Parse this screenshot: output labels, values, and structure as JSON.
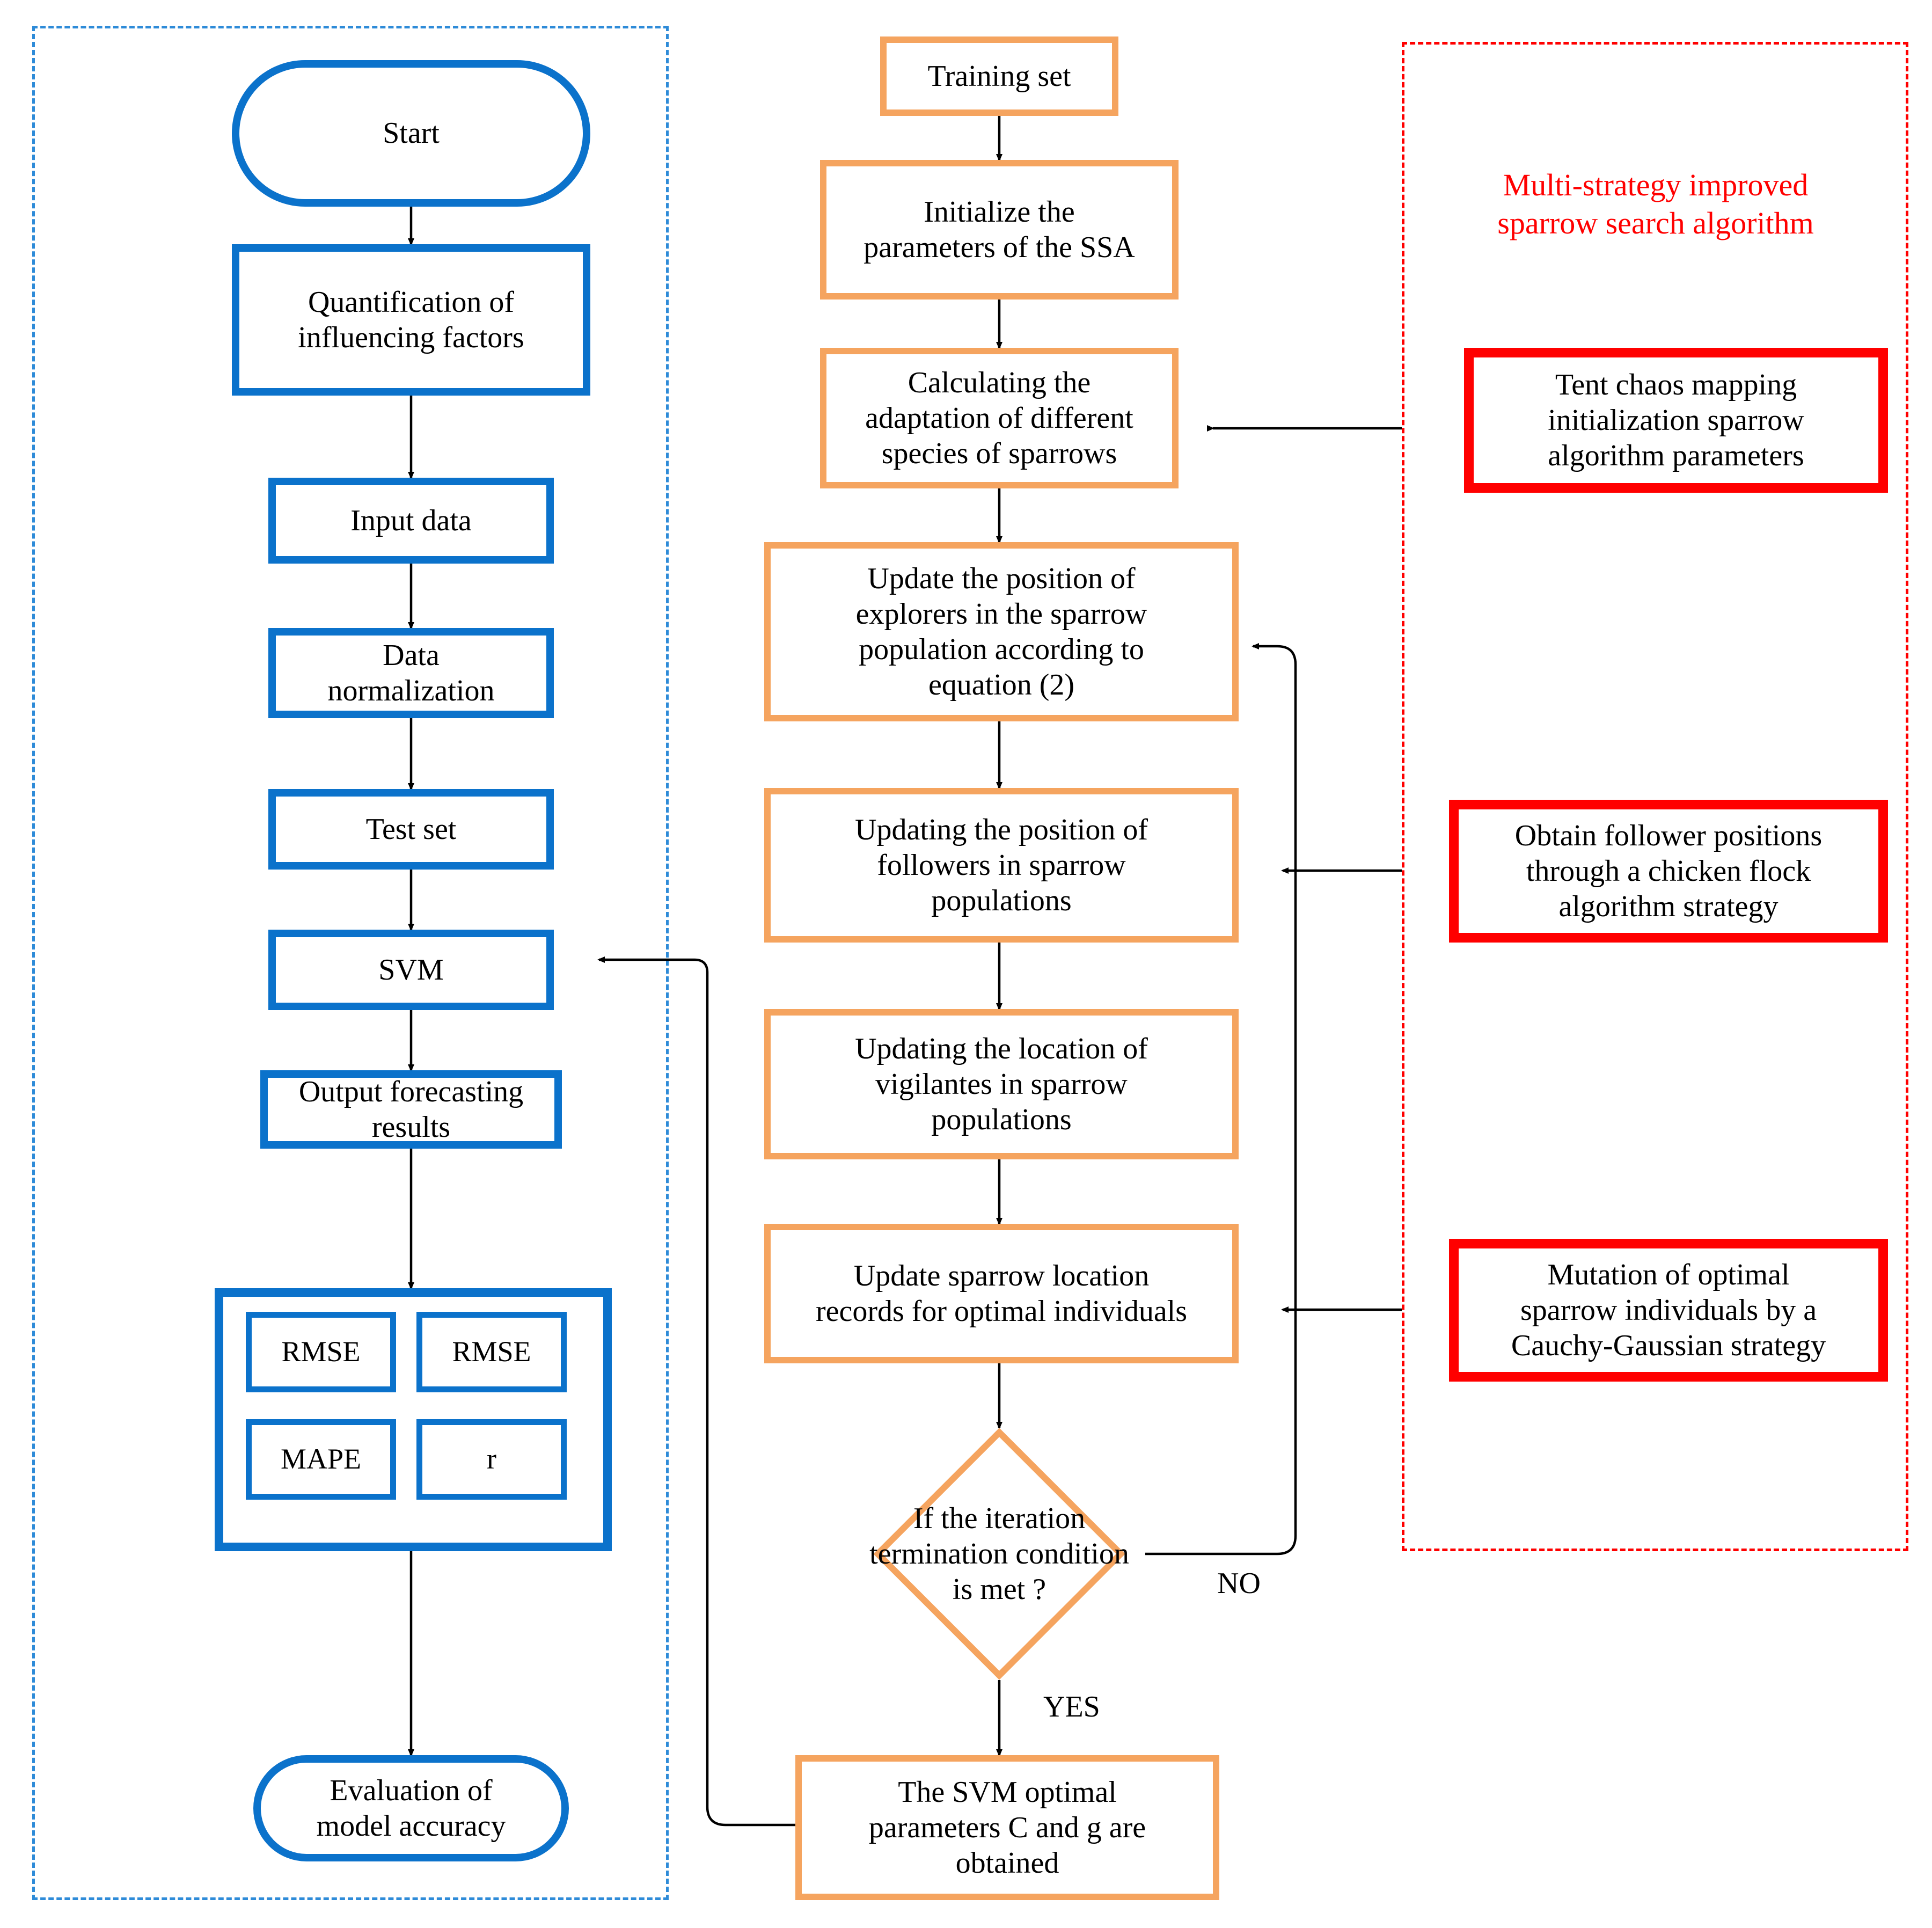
{
  "diagram": {
    "title_red": "Multi-strategy improved\nsparrow search algorithm",
    "colors": {
      "blue": "#0B72CB",
      "blue_dashed": "#2E8BD8",
      "orange": "#F5A45F",
      "red": "#FF0000",
      "arrow": "#000000",
      "background": "#FFFFFF"
    }
  },
  "left_column": {
    "group_label": "svm-prediction-pipeline",
    "nodes": [
      {
        "id": "start",
        "label": "Start",
        "shape": "terminator",
        "color": "blue"
      },
      {
        "id": "quantification",
        "label": "Quantification of\ninfluencing factors",
        "shape": "rect",
        "color": "blue"
      },
      {
        "id": "input-data",
        "label": "Input data",
        "shape": "rect",
        "color": "blue"
      },
      {
        "id": "normalization",
        "label": "Data\nnormalization",
        "shape": "rect",
        "color": "blue"
      },
      {
        "id": "test-set",
        "label": "Test set",
        "shape": "rect",
        "color": "blue"
      },
      {
        "id": "svm",
        "label": "SVM",
        "shape": "rect",
        "color": "blue"
      },
      {
        "id": "output",
        "label": "Output forecasting\nresults",
        "shape": "rect",
        "color": "blue"
      },
      {
        "id": "evaluation",
        "label": "Evaluation of\nmodel accuracy",
        "shape": "terminator",
        "color": "blue"
      }
    ],
    "metrics": [
      "RMSE",
      "RMSE",
      "MAPE",
      "r"
    ]
  },
  "middle_column": {
    "group_label": "sparrow-search-algorithm-flow",
    "nodes": [
      {
        "id": "training-set",
        "label": "Training set",
        "shape": "rect",
        "color": "orange"
      },
      {
        "id": "init-params",
        "label": "Initialize the\nparameters of the SSA",
        "shape": "rect",
        "color": "orange"
      },
      {
        "id": "calc-adaptation",
        "label": "Calculating the\nadaptation of different\nspecies of sparrows",
        "shape": "rect",
        "color": "orange"
      },
      {
        "id": "update-explorers",
        "label": "Update the position of\nexplorers in the sparrow\npopulation according to\nequation (2)",
        "shape": "rect",
        "color": "orange"
      },
      {
        "id": "update-followers",
        "label": "Updating the position of\nfollowers in sparrow\npopulations",
        "shape": "rect",
        "color": "orange"
      },
      {
        "id": "update-vigilantes",
        "label": "Updating the location of\nvigilantes in sparrow\npopulations",
        "shape": "rect",
        "color": "orange"
      },
      {
        "id": "update-optimal",
        "label": "Update sparrow location\nrecords for optimal individuals",
        "shape": "rect",
        "color": "orange"
      },
      {
        "id": "iteration-check",
        "label": "If the iteration\ntermination condition\nis met ?",
        "shape": "diamond",
        "color": "orange"
      },
      {
        "id": "svm-optimal-params",
        "label": "The SVM optimal\nparameters C and g are\nobtained",
        "shape": "rect",
        "color": "orange"
      }
    ],
    "edge_labels": {
      "no": "NO",
      "yes": "YES"
    }
  },
  "right_column": {
    "group_label": "improvement-strategies",
    "nodes": [
      {
        "id": "tent-chaos",
        "label": "Tent chaos mapping\ninitialization sparrow\nalgorithm parameters",
        "shape": "rect",
        "color": "red"
      },
      {
        "id": "chicken-flock",
        "label": "Obtain follower positions\nthrough a chicken flock\nalgorithm strategy",
        "shape": "rect",
        "color": "red"
      },
      {
        "id": "cauchy-gaussian",
        "label": "Mutation of optimal\nsparrow individuals by a\nCauchy-Gaussian strategy",
        "shape": "rect",
        "color": "red"
      }
    ]
  }
}
